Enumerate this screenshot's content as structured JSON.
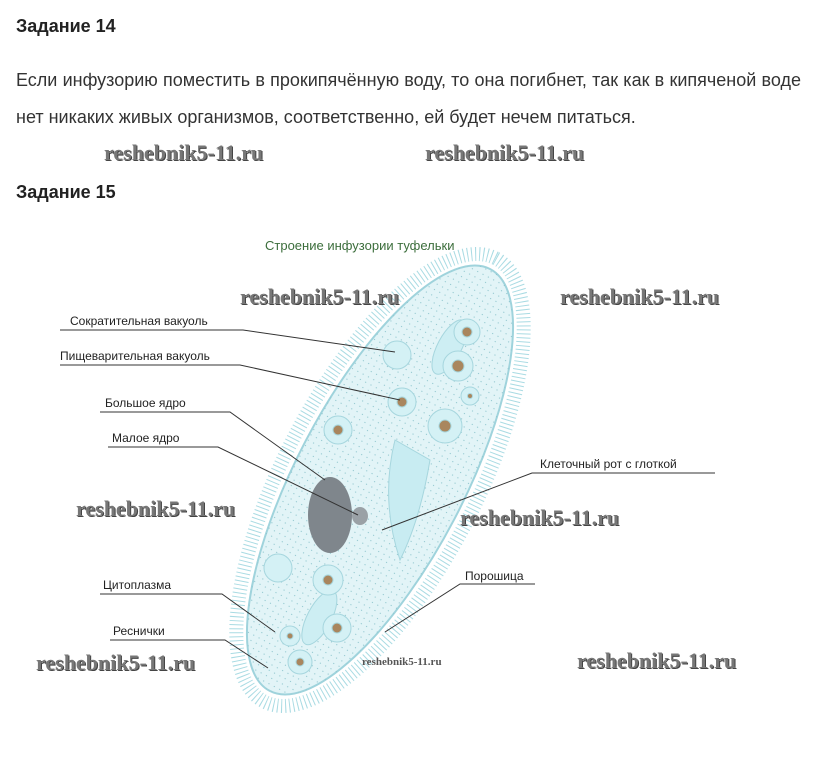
{
  "task14": {
    "heading": "Задание 14",
    "text": "Если инфузорию поместить в прокипячённую воду, то она погибнет, так как в кипяченой воде нет никаких живых организмов, соответственно, ей будет нечем питаться."
  },
  "task15": {
    "heading": "Задание 15",
    "diagram": {
      "title": "Строение инфузории туфельки",
      "labels": {
        "contractile_vacuole": "Сократительная вакуоль",
        "digestive_vacuole": "Пищеварительная вакуоль",
        "macronucleus": "Большое ядро",
        "micronucleus": "Малое ядро",
        "cell_mouth": "Клеточный рот с глоткой",
        "cytoplasm": "Цитоплазма",
        "cilia": "Реснички",
        "anal_pore": "Порошица"
      }
    }
  },
  "watermark": "reshebnik5-11.ru",
  "colors": {
    "cell_fill": "#d8f0f4",
    "cell_stroke": "#9fd3dc",
    "nucleus": "#8a9096",
    "food": "#a9865e",
    "title": "#3c6e3c"
  }
}
